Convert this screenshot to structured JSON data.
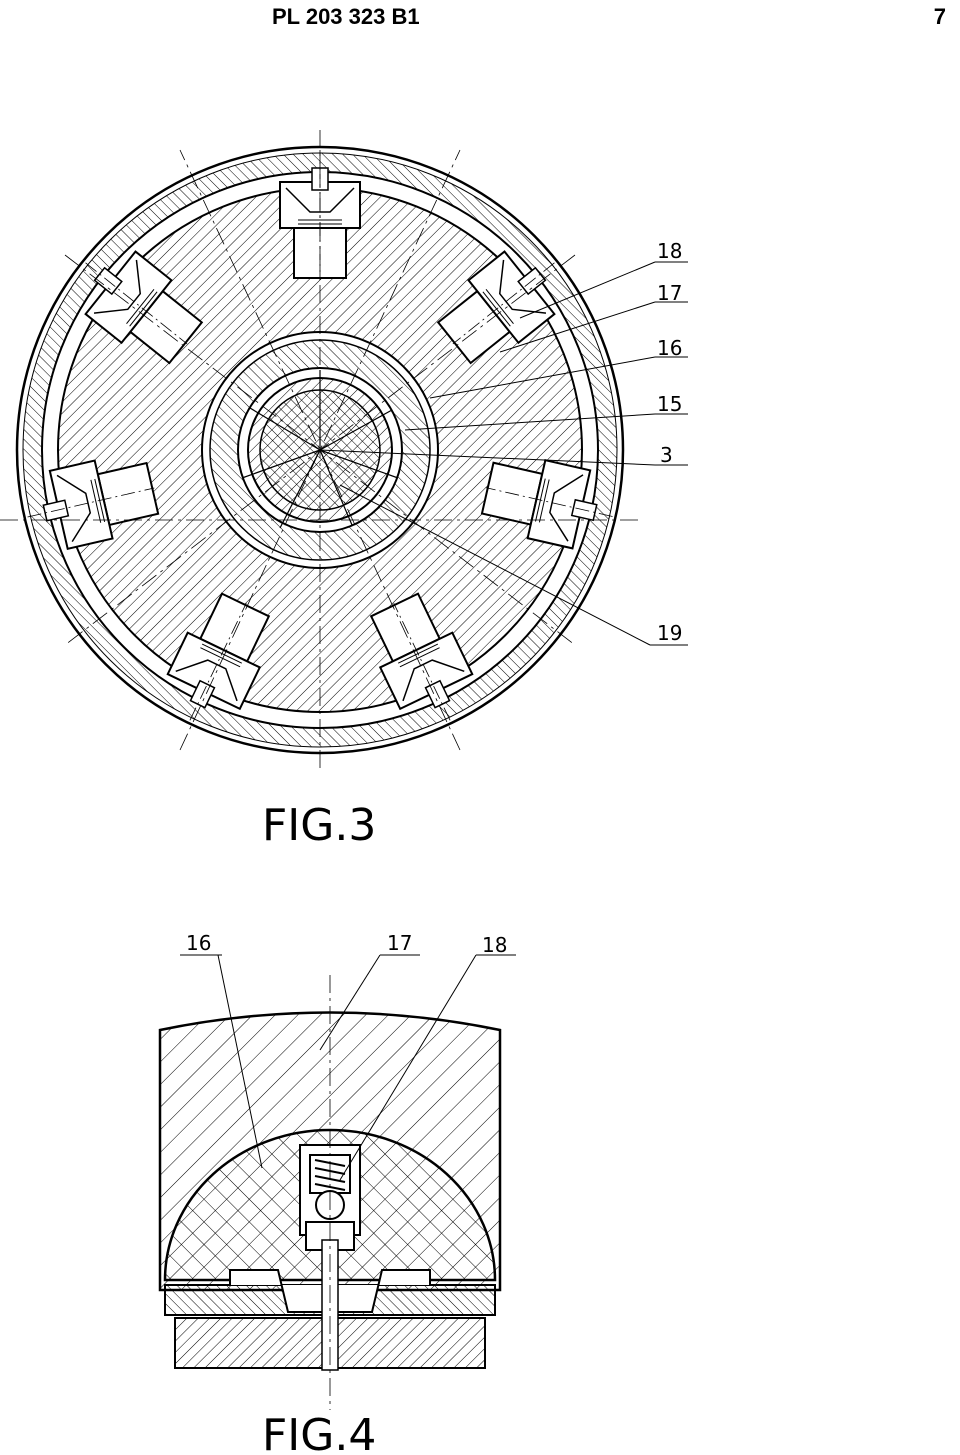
{
  "header": {
    "patent_number": "PL 203 323 B1",
    "page_number": "7"
  },
  "figure3": {
    "caption": "FIG.3",
    "callouts": [
      "18",
      "17",
      "16",
      "15",
      "3",
      "19"
    ]
  },
  "figure4": {
    "caption": "FIG.4",
    "callouts": [
      "16",
      "17",
      "18"
    ]
  },
  "colors": {
    "ink": "#000000",
    "paper": "#ffffff"
  }
}
